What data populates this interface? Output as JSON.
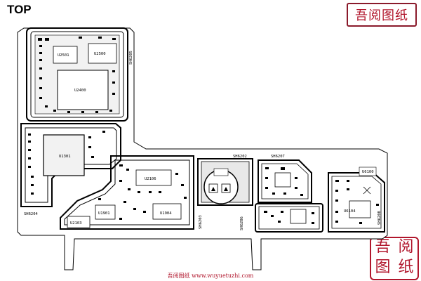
{
  "title": "TOP",
  "watermark_top": "吾阅图纸",
  "watermark_bottom": [
    "吾",
    "阅",
    "图",
    "纸"
  ],
  "footer": "吾阅图纸 www.wuyuetuzhi.com",
  "shields": [
    "SH6205",
    "SH6204",
    "SH6202",
    "SH6207",
    "SH6203",
    "SH6206",
    "SH6208"
  ],
  "components": [
    "U2501",
    "U2500",
    "U2400",
    "U1301",
    "U2106",
    "U1901",
    "U1904",
    "U2103",
    "U6100",
    "U6104"
  ]
}
